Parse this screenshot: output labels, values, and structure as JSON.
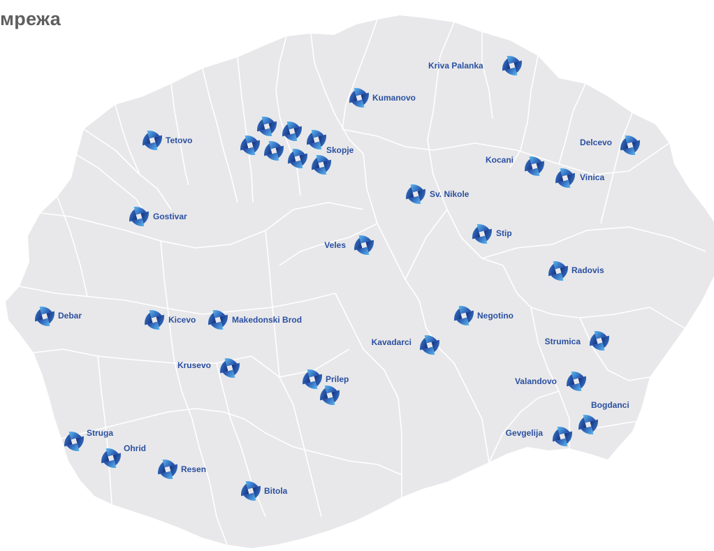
{
  "title": "мрежа",
  "colors": {
    "land": "#e8e8ea",
    "border": "#ffffff",
    "label": "#2a4fa0",
    "marker_light": "#4fa8e8",
    "marker_dark": "#1a3e9a",
    "title": "#5f5f5f"
  },
  "marker_icon": "branch-logo-icon",
  "locations": [
    {
      "id": "kriva-palanka",
      "name": "Kriva Palanka"
    },
    {
      "id": "kumanovo",
      "name": "Kumanovo"
    },
    {
      "id": "tetovo",
      "name": "Tetovo"
    },
    {
      "id": "skopje",
      "name": "Skopje"
    },
    {
      "id": "delcevo",
      "name": "Delcevo"
    },
    {
      "id": "kocani",
      "name": "Kocani"
    },
    {
      "id": "vinica",
      "name": "Vinica"
    },
    {
      "id": "sv-nikole",
      "name": "Sv. Nikole"
    },
    {
      "id": "gostivar",
      "name": "Gostivar"
    },
    {
      "id": "stip",
      "name": "Stip"
    },
    {
      "id": "veles",
      "name": "Veles"
    },
    {
      "id": "radovis",
      "name": "Radovis"
    },
    {
      "id": "debar",
      "name": "Debar"
    },
    {
      "id": "kicevo",
      "name": "Kicevo"
    },
    {
      "id": "makedonski-brod",
      "name": "Makedonski Brod"
    },
    {
      "id": "negotino",
      "name": "Negotino"
    },
    {
      "id": "kavadarci",
      "name": "Kavadarci"
    },
    {
      "id": "strumica",
      "name": "Strumica"
    },
    {
      "id": "krusevo",
      "name": "Krusevo"
    },
    {
      "id": "prilep",
      "name": "Prilep"
    },
    {
      "id": "valandovo",
      "name": "Valandovo"
    },
    {
      "id": "bogdanci",
      "name": "Bogdanci"
    },
    {
      "id": "struga",
      "name": "Struga"
    },
    {
      "id": "gevgelija",
      "name": "Gevgelija"
    },
    {
      "id": "ohrid",
      "name": "Ohrid"
    },
    {
      "id": "resen",
      "name": "Resen"
    },
    {
      "id": "bitola",
      "name": "Bitola"
    }
  ]
}
